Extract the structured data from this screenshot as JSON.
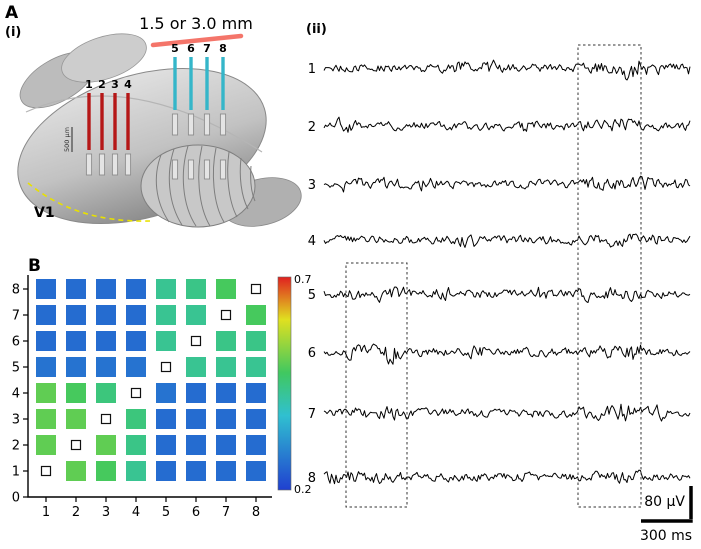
{
  "figure": {
    "panel_a_label": "A",
    "panel_a_i_label": "(i)",
    "panel_a_ii_label": "(ii)",
    "panel_b_label": "B"
  },
  "schematic": {
    "distance_label": "1.5 or 3.0 mm",
    "v1_label": "V1",
    "scale_label": "500 µm",
    "red_electrode_labels": [
      "1",
      "2",
      "3",
      "4"
    ],
    "cyan_electrode_labels": [
      "5",
      "6",
      "7",
      "8"
    ],
    "colors": {
      "red_electrode": "#b51717",
      "cyan_electrode": "#35b6c9",
      "distance_text": "#f4756a",
      "v1_text": "#e8e100"
    }
  },
  "traces": {
    "labels": [
      "1",
      "2",
      "3",
      "4",
      "5",
      "6",
      "7",
      "8"
    ],
    "voltage_scale": "80 µV",
    "time_scale": "300 ms"
  },
  "chart_data": {
    "type": "heatmap",
    "x_tick_labels": [
      "1",
      "2",
      "3",
      "4",
      "5",
      "6",
      "7",
      "8"
    ],
    "y_tick_labels": [
      "8",
      "7",
      "6",
      "5",
      "4",
      "3",
      "2",
      "1",
      "0"
    ],
    "rows_top_to_bottom": [
      "8",
      "7",
      "6",
      "5",
      "4",
      "3",
      "2",
      "1"
    ],
    "colorbar": {
      "min": 0.2,
      "max": 0.7,
      "min_label": "0.2",
      "max_label": "0.7"
    },
    "matrix": [
      [
        0.26,
        0.26,
        0.26,
        0.26,
        0.43,
        0.44,
        0.48,
        null
      ],
      [
        0.26,
        0.26,
        0.26,
        0.26,
        0.43,
        0.43,
        null,
        0.48
      ],
      [
        0.26,
        0.26,
        0.26,
        0.26,
        0.43,
        null,
        0.44,
        0.44
      ],
      [
        0.27,
        0.27,
        0.27,
        0.27,
        null,
        0.43,
        0.43,
        0.43
      ],
      [
        0.5,
        0.48,
        0.45,
        null,
        0.27,
        0.26,
        0.26,
        0.26
      ],
      [
        0.5,
        0.5,
        null,
        0.45,
        0.26,
        0.26,
        0.26,
        0.26
      ],
      [
        0.5,
        null,
        0.5,
        0.44,
        0.26,
        0.26,
        0.26,
        0.26
      ],
      [
        null,
        0.5,
        0.48,
        0.43,
        0.26,
        0.26,
        0.26,
        0.26
      ]
    ]
  }
}
